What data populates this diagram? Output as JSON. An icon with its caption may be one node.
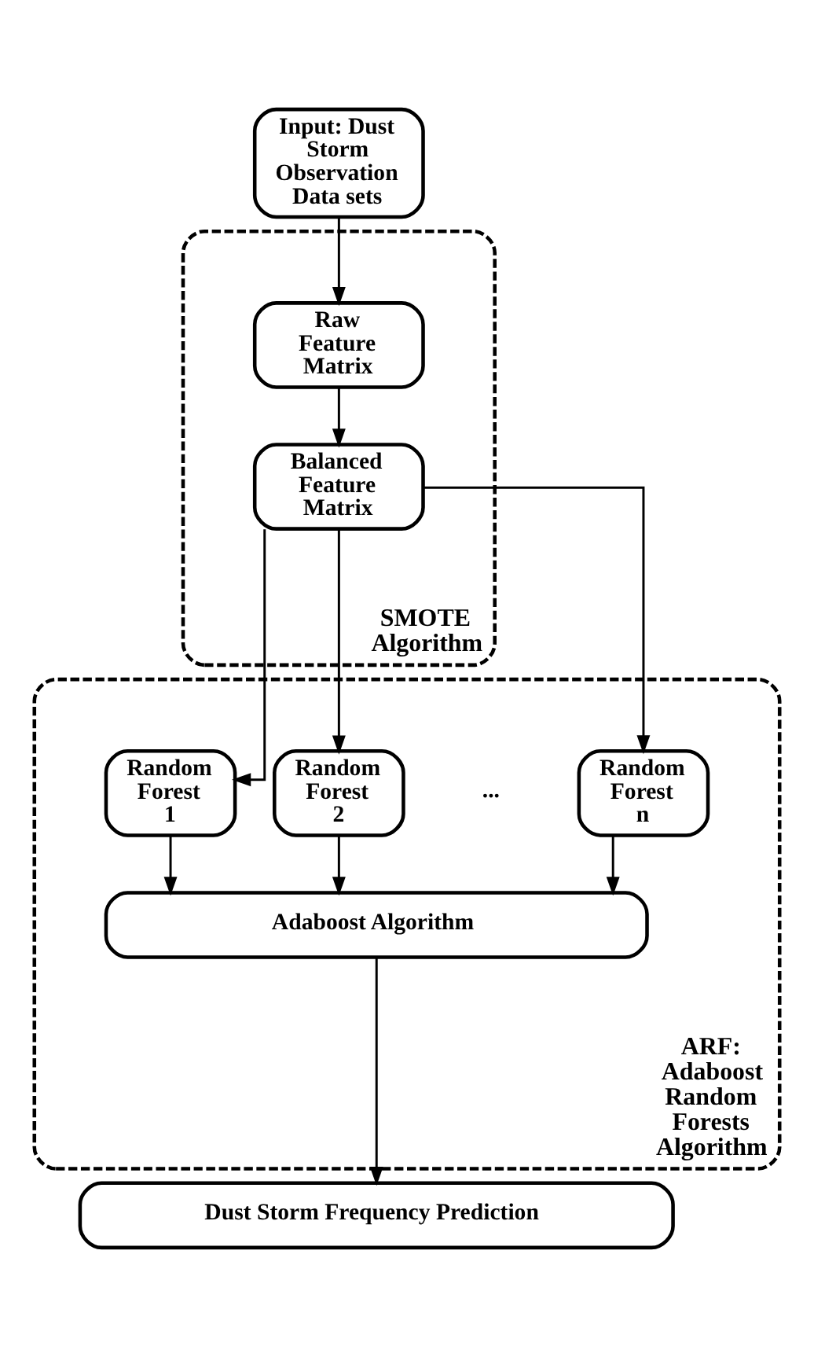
{
  "diagram": {
    "nodes": [
      {
        "text": [
          "Input: Dust Storm Observation Data sets"
        ]
      },
      {
        "text": [
          "SMOTE Algorithm"
        ]
      },
      {
        "text": [
          "Raw Feature Matrix"
        ],
        "in": 1
      },
      {
        "text": [
          "Balanced Feature Matrix"
        ],
        "in": 1
      },
      {
        "text": [
          "ARF: Adaboost Random Forests Algorithm"
        ]
      },
      {
        "text": [
          "Random Forest 1"
        ],
        "in": 4
      },
      {
        "text": [
          "Random Forest 2"
        ],
        "in": 4
      },
      {
        "text": [
          "Random Forest n"
        ],
        "in": 4
      },
      {
        "text": [
          "Adaboost Algorithm"
        ],
        "in": 4
      },
      {
        "text": [
          "Dust Storm Frequency Prediction"
        ]
      }
    ],
    "edges": [
      {
        "from": 0,
        "to": 2,
        "arrow": "to"
      },
      {
        "from": 2,
        "to": 3,
        "arrow": "to"
      },
      {
        "from": 3,
        "to": 5,
        "arrow": "to"
      },
      {
        "from": 3,
        "to": 6,
        "arrow": "to"
      },
      {
        "from": 3,
        "to": 7,
        "arrow": "to"
      },
      {
        "from": 5,
        "to": 8,
        "arrow": "to"
      },
      {
        "from": 6,
        "to": 8,
        "arrow": "to"
      },
      {
        "from": 7,
        "to": 8,
        "arrow": "to"
      },
      {
        "from": 8,
        "to": 9,
        "arrow": "to"
      }
    ],
    "labels": [
      "..."
    ]
  }
}
